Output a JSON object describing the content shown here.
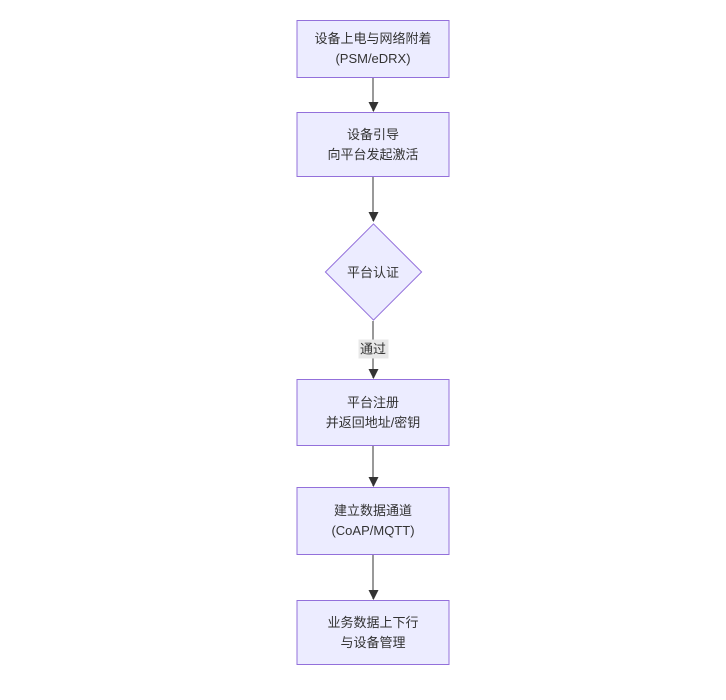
{
  "diagram": {
    "type": "flowchart",
    "direction": "top-down",
    "colors": {
      "background": "#ffffff",
      "node_fill": "#ECECFF",
      "node_border": "#9370DB",
      "edge": "#333333",
      "text": "#333333",
      "edge_label_bg": "#e8e8e8"
    },
    "nodes": [
      {
        "id": "power-attach",
        "shape": "rect",
        "lines": [
          "设备上电与网络附着",
          "(PSM/eDRX)"
        ]
      },
      {
        "id": "bootstrap",
        "shape": "rect",
        "lines": [
          "设备引导",
          "向平台发起激活"
        ]
      },
      {
        "id": "platform-auth",
        "shape": "diamond",
        "lines": [
          "平台认证"
        ]
      },
      {
        "id": "platform-register",
        "shape": "rect",
        "lines": [
          "平台注册",
          "并返回地址/密钥"
        ]
      },
      {
        "id": "data-channel",
        "shape": "rect",
        "lines": [
          "建立数据通道",
          "(CoAP/MQTT)"
        ]
      },
      {
        "id": "business-data",
        "shape": "rect",
        "lines": [
          "业务数据上下行",
          "与设备管理"
        ]
      }
    ],
    "edges": [
      {
        "from": "power-attach",
        "to": "bootstrap",
        "label": ""
      },
      {
        "from": "bootstrap",
        "to": "platform-auth",
        "label": ""
      },
      {
        "from": "platform-auth",
        "to": "platform-register",
        "label": "通过"
      },
      {
        "from": "platform-register",
        "to": "data-channel",
        "label": ""
      },
      {
        "from": "data-channel",
        "to": "business-data",
        "label": ""
      }
    ]
  }
}
